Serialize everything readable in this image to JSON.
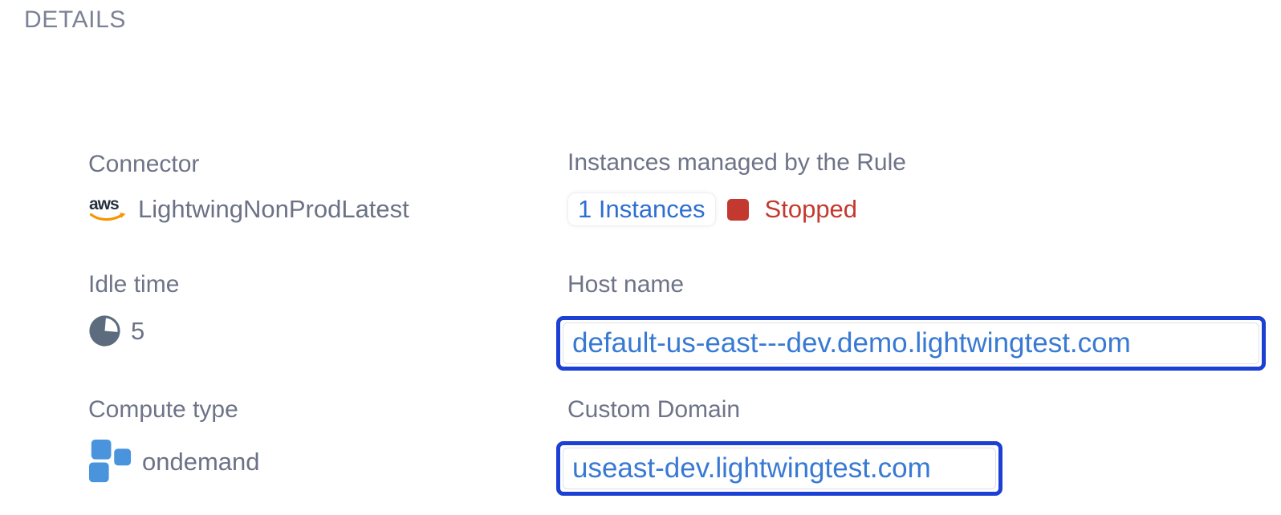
{
  "panel": {
    "title": "DETAILS"
  },
  "fields": {
    "connector": {
      "label": "Connector",
      "value": "LightwingNonProdLatest",
      "icon": "aws-logo"
    },
    "idle_time": {
      "label": "Idle time",
      "value": "5",
      "icon": "pie-chart"
    },
    "compute_type": {
      "label": "Compute type",
      "value": "ondemand",
      "icon": "blue-squares"
    },
    "instances": {
      "label": "Instances managed by the Rule",
      "link_text": "1 Instances",
      "status": "Stopped"
    },
    "host_name": {
      "label": "Host name",
      "value": "default-us-east---dev.demo.lightwingtest.com"
    },
    "custom_domain": {
      "label": "Custom Domain",
      "value": "useast-dev.lightwingtest.com"
    }
  },
  "colors": {
    "label_gray": "#6e7488",
    "value_gray": "#6b7286",
    "heading_gray": "#7b8196",
    "link_blue": "#2e6fd1",
    "status_red": "#c4392f",
    "focus_outline_blue": "#1c40d4",
    "url_text_blue": "#3879d3",
    "aws_navy": "#252f3e",
    "aws_orange": "#f79400",
    "compute_blue": "#4a94dd",
    "pie_slate": "#5d6b7e"
  }
}
